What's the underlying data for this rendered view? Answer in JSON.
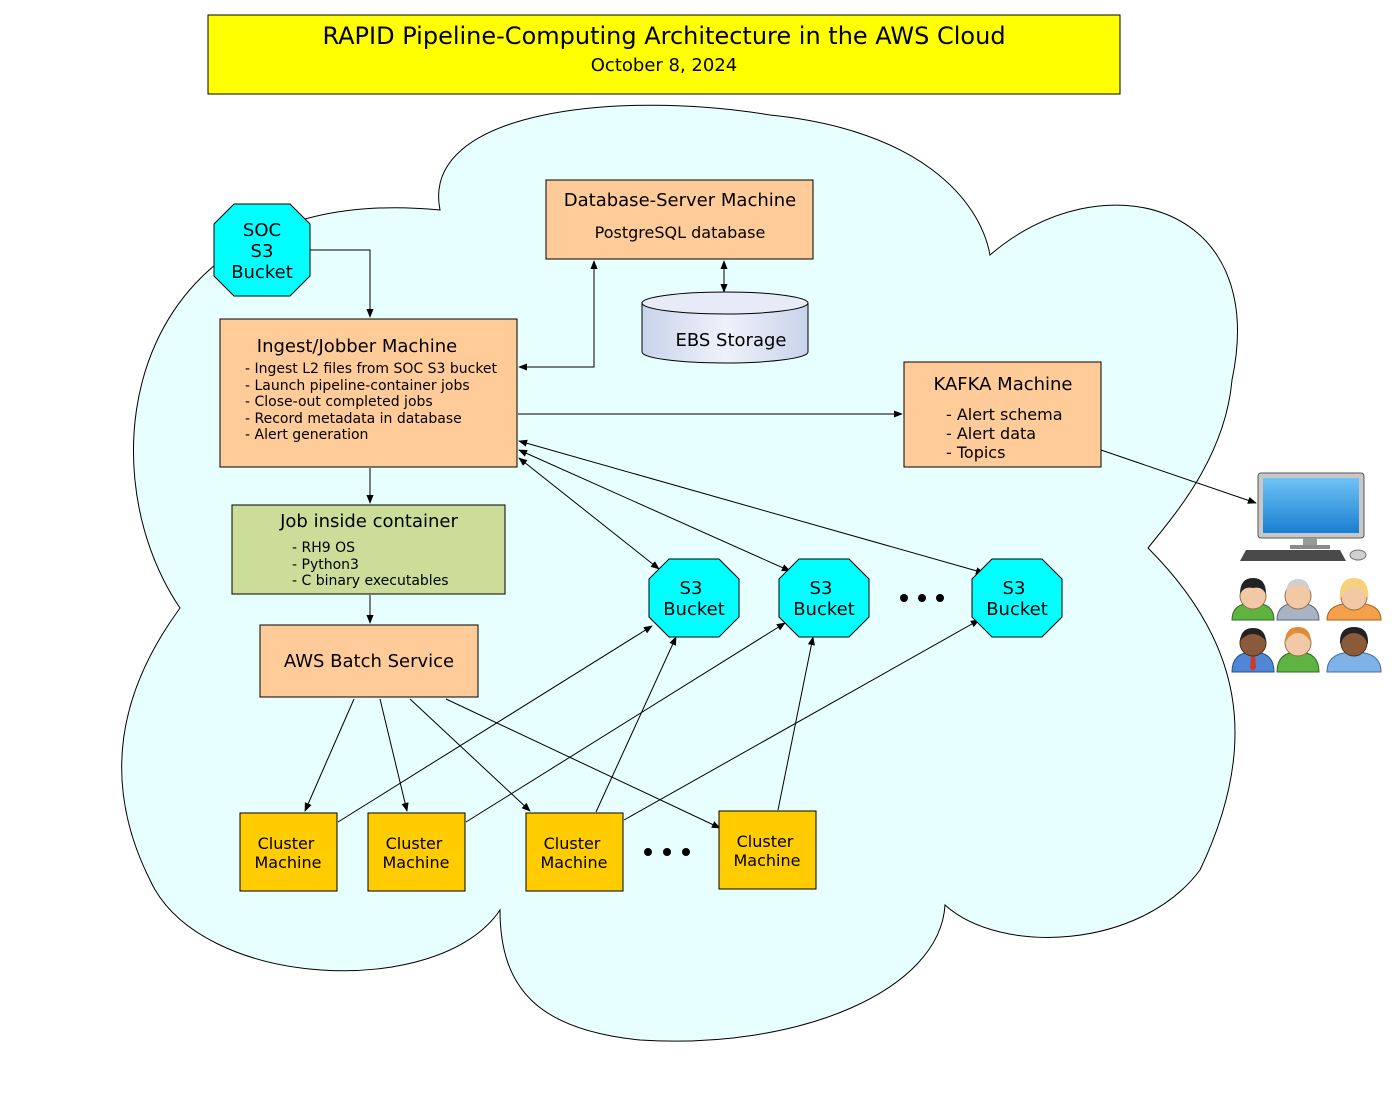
{
  "title": {
    "main": "RAPID Pipeline-Computing Architecture in the AWS Cloud",
    "date": "October 8, 2024"
  },
  "colors": {
    "title_bg": "#FFFF00",
    "cloud": "#E8FFFF",
    "machine": "#FFCC99",
    "container": "#CCDD99",
    "cluster": "#FFCC00",
    "bucket": "#00FFFF",
    "storage": "#DDE4F2"
  },
  "soc_bucket": {
    "line1": "SOC",
    "line2": "S3",
    "line3": "Bucket"
  },
  "db_server": {
    "title": "Database-Server Machine",
    "subtitle": "PostgreSQL database"
  },
  "ebs": {
    "label": "EBS Storage"
  },
  "ingest": {
    "title": "Ingest/Jobber Machine",
    "items": [
      "- Ingest L2 files from SOC S3 bucket",
      "- Launch pipeline-container jobs",
      "- Close-out completed jobs",
      "- Record metadata in database",
      "- Alert generation"
    ]
  },
  "kafka": {
    "title": "KAFKA Machine",
    "items": [
      "- Alert schema",
      "- Alert data",
      "- Topics"
    ]
  },
  "container": {
    "title": "Job inside container",
    "items": [
      "- RH9 OS",
      "- Python3",
      "- C binary executables"
    ]
  },
  "batch": {
    "label": "AWS Batch Service"
  },
  "s3_buckets": [
    {
      "line1": "S3",
      "line2": "Bucket"
    },
    {
      "line1": "S3",
      "line2": "Bucket"
    },
    {
      "line1": "S3",
      "line2": "Bucket"
    }
  ],
  "clusters": [
    {
      "line1": "Cluster",
      "line2": "Machine"
    },
    {
      "line1": "Cluster",
      "line2": "Machine"
    },
    {
      "line1": "Cluster",
      "line2": "Machine"
    },
    {
      "line1": "Cluster",
      "line2": "Machine"
    }
  ],
  "icons": {
    "computer": "desktop-computer-icon",
    "users": "user-group-icon"
  }
}
